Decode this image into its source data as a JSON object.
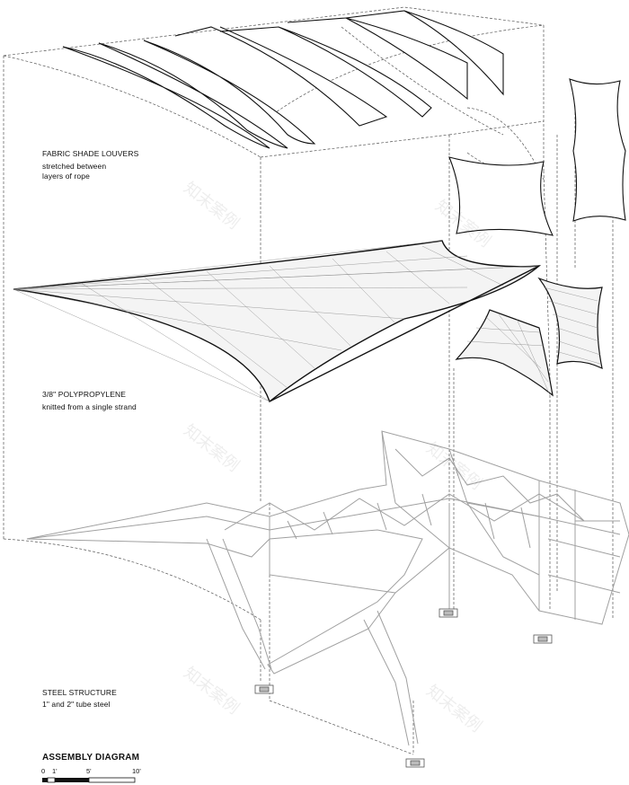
{
  "labels": {
    "louvers": {
      "title": "FABRIC  SHADE LOUVERS",
      "sub1": "stretched between",
      "sub2": "layers of rope"
    },
    "poly": {
      "title": "3/8\" POLYPROPYLENE",
      "sub1": "knitted from a single strand"
    },
    "steel": {
      "title": "STEEL STRUCTURE",
      "sub1": "1\" and 2\" tube steel"
    }
  },
  "diagram": {
    "title": "ASSEMBLY DIAGRAM",
    "scale_ticks": [
      "0",
      "1'",
      "5'",
      "10'"
    ]
  },
  "watermark": "知末案例",
  "colors": {
    "line": "#111111",
    "dash": "#555555",
    "structure": "#9a9a9a",
    "mesh": "#777777"
  }
}
